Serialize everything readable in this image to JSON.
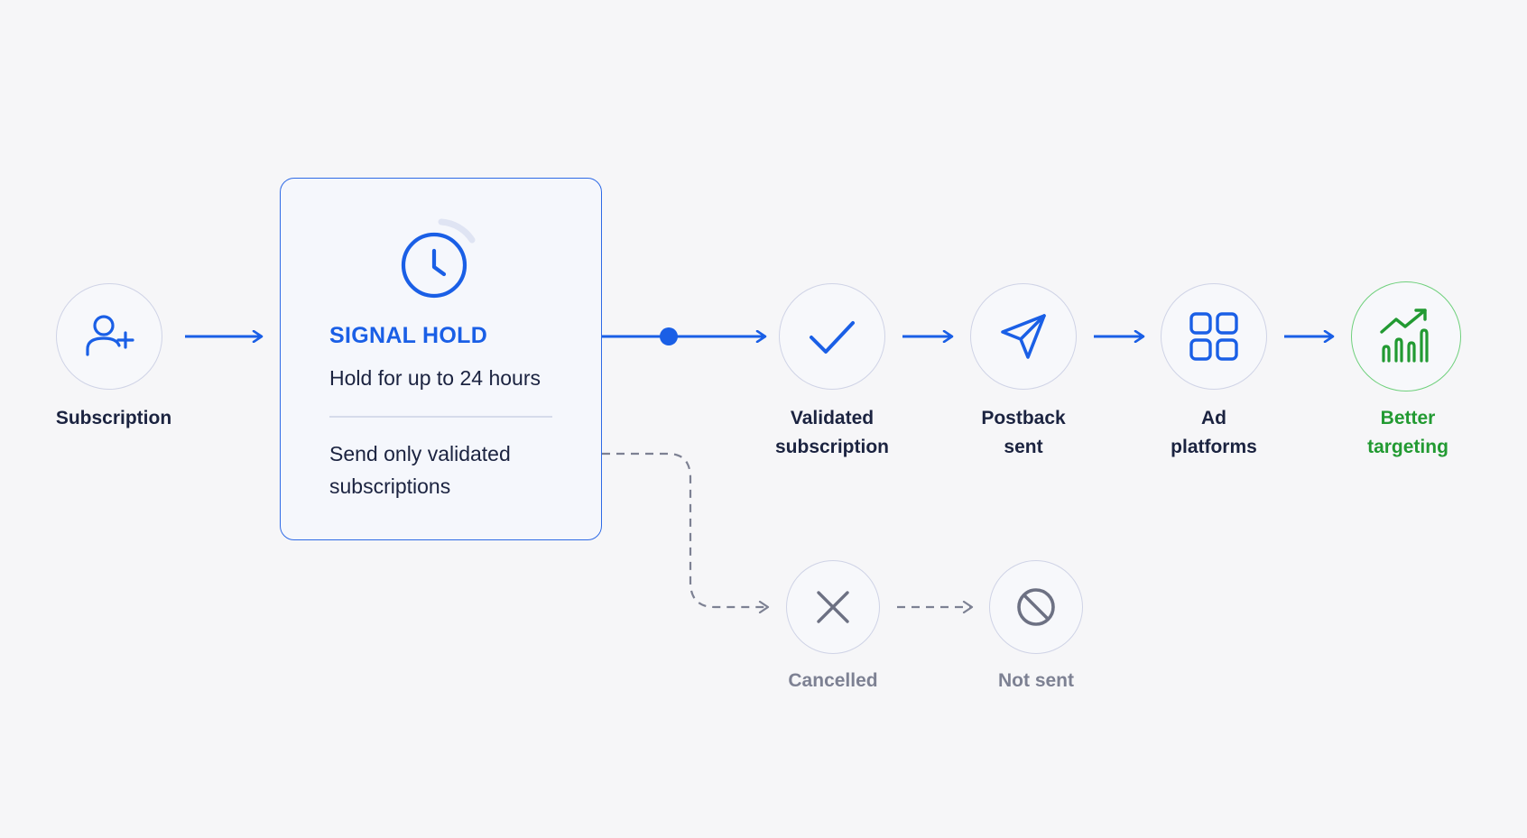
{
  "signal_hold": {
    "title": "SIGNAL HOLD",
    "subtitle": "Hold for up to 24 hours",
    "note": "Send only validated subscriptions"
  },
  "nodes": {
    "subscription": {
      "label": "Subscription",
      "icon": "user-plus-icon"
    },
    "validated": {
      "line1": "Validated",
      "line2": "subscription",
      "icon": "check-icon"
    },
    "postback": {
      "line1": "Postback",
      "line2": "sent",
      "icon": "send-icon"
    },
    "ad_platforms": {
      "line1": "Ad",
      "line2": "platforms",
      "icon": "grid-icon"
    },
    "better_targeting": {
      "line1": "Better",
      "line2": "targeting",
      "icon": "growth-chart-icon"
    },
    "cancelled": {
      "label": "Cancelled",
      "icon": "x-icon"
    },
    "not_sent": {
      "label": "Not sent",
      "icon": "ban-icon"
    }
  },
  "colors": {
    "primary": "#1a5fe6",
    "success": "#229a32",
    "muted": "#7d8193",
    "text": "#1b2340",
    "background": "#f6f6f8"
  }
}
